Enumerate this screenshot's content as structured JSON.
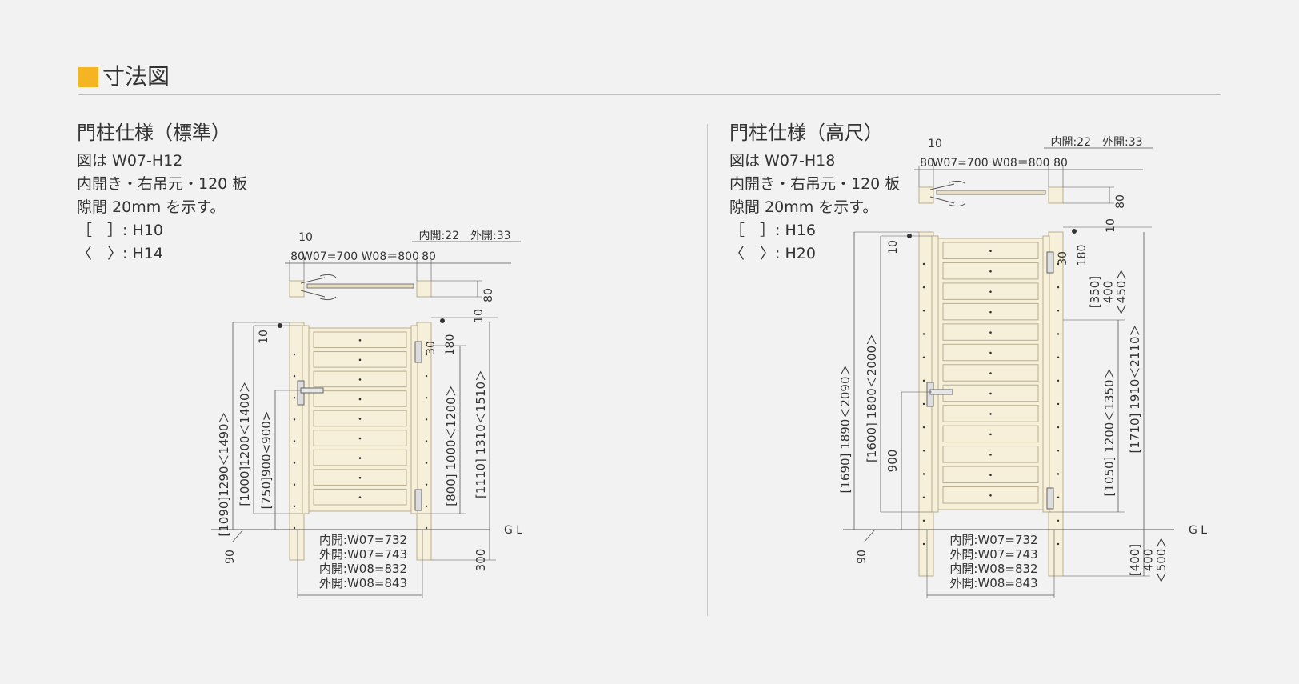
{
  "header": {
    "title": "寸法図",
    "accent_color": "#f5b523"
  },
  "colors": {
    "wood": "#f6efd9",
    "wood_stroke": "#b9ae8e",
    "dim_line": "#555555"
  },
  "left_panel": {
    "title": "門柱仕様（標準）",
    "lines": [
      "図は W07-H12",
      "内開き・右吊元・120 板",
      "隙間 20mm を示す。",
      "［　］: H10",
      "〈　〉: H14"
    ],
    "top_view": {
      "d10": "10",
      "d80_left": "80",
      "width": "W07=700 W08＝800",
      "d80_right": "80",
      "opening": "内開:22　外開:33",
      "d80_side": "80"
    },
    "front_view": {
      "total_height": "[1090]1290＜1490＞",
      "panel_height": "[1000]1200＜1400＞",
      "handle_height": "[750]900<900>",
      "d10": "10",
      "d90": "90",
      "d30": "30",
      "d180": "180",
      "d10_right": "10",
      "right_height": "[800] 1000＜1200＞",
      "post_height": "[1110] 1310＜1510＞",
      "post_depth": "300",
      "gl": "G L",
      "widths": [
        "内開:W07=732",
        "外開:W07=743",
        "内開:W08=832",
        "外開:W08=843"
      ]
    }
  },
  "right_panel": {
    "title": "門柱仕様（高尺）",
    "lines": [
      "図は W07-H18",
      "内開き・右吊元・120 板",
      "隙間 20mm を示す。",
      "［　］: H16",
      "〈　〉: H20"
    ],
    "top_view": {
      "d10": "10",
      "d80_left": "80",
      "width": "W07=700 W08＝800",
      "d80_right": "80",
      "opening": "内開:22　外開:33",
      "d80_side": "80"
    },
    "front_view": {
      "total_height": "[1690] 1890＜2090＞",
      "panel_height": "[1600] 1800＜2000＞",
      "handle_height": "900",
      "d10": "10",
      "d90": "90",
      "d30": "30",
      "d180": "180",
      "d10_right": "10",
      "upper_gap": "[350]\n400\n＜450＞",
      "right_height": "[1050] 1200＜1350＞",
      "post_height": "[1710] 1910＜2110＞",
      "post_depth": "[400]\n400\n＜500＞",
      "gl": "G L",
      "widths": [
        "内開:W07=732",
        "外開:W07=743",
        "内開:W08=832",
        "外開:W08=843"
      ]
    }
  }
}
